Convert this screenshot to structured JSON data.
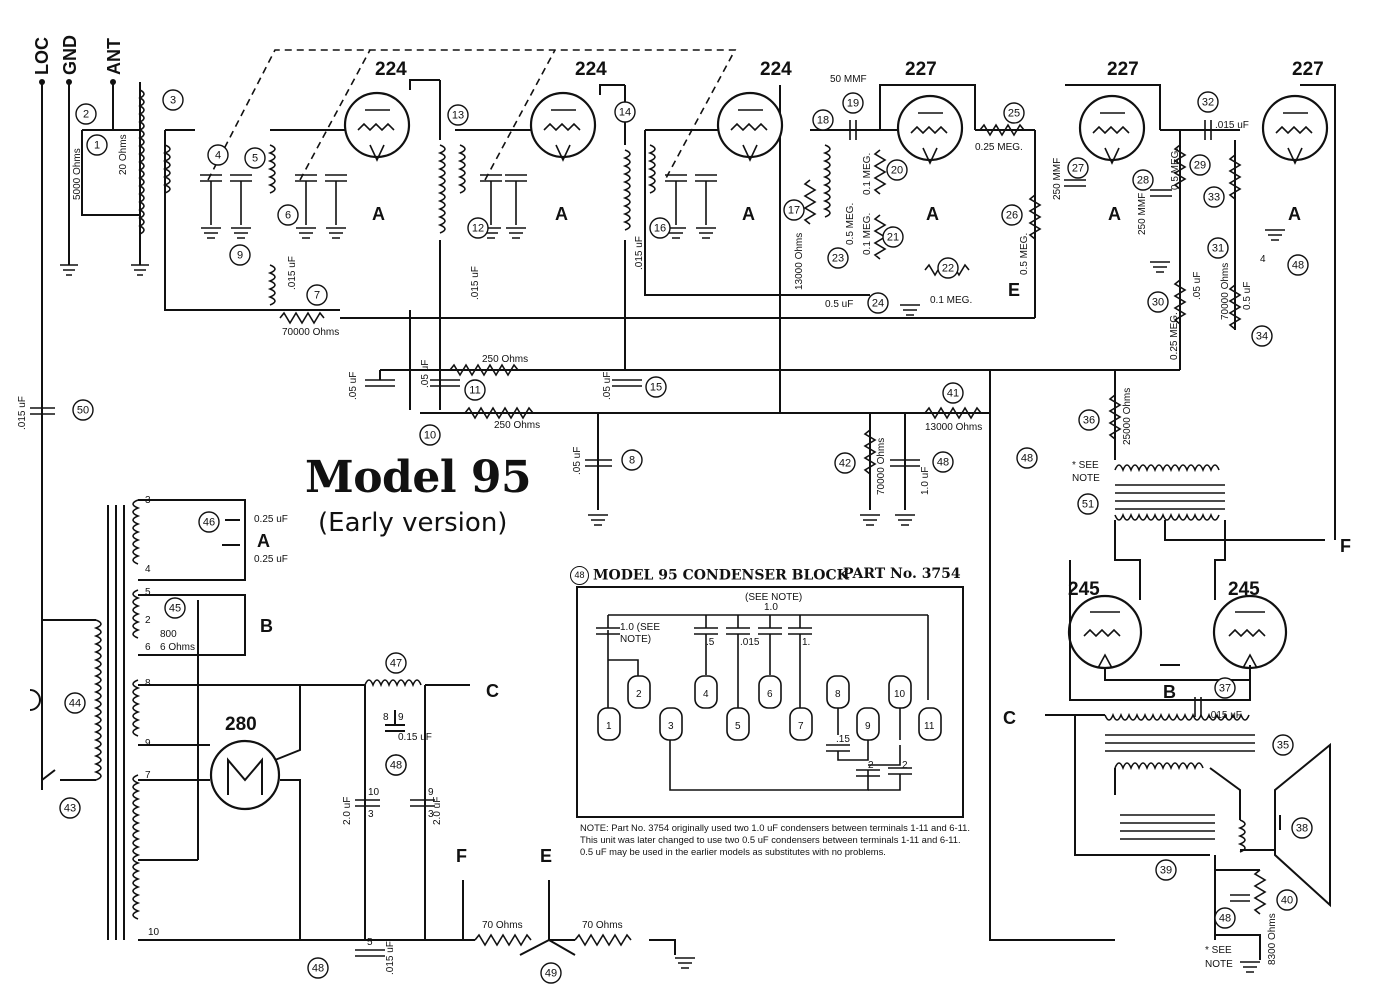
{
  "title": "Model 95",
  "subtitle": "(Early version)",
  "condenser_block": {
    "callout": "48",
    "title": "MODEL 95 CONDENSER BLOCK",
    "part": "PART No. 3754",
    "see_note_label": "(SEE NOTE)",
    "see_note_value": "1.0",
    "cap1_label": "1.0 (SEE",
    "cap1_label2": "NOTE)",
    "cap_values": [
      ".5",
      ".015",
      "1."
    ],
    "cap_lower": [
      ".15",
      "2",
      "2"
    ],
    "terminals": [
      "1",
      "2",
      "3",
      "4",
      "5",
      "6",
      "7",
      "8",
      "9",
      "10",
      "11"
    ],
    "note": "NOTE: Part No. 3754 originally used two 1.0 uF condensers between terminals 1-11 and 6-11. This unit was later changed to use two 0.5 uF condensers between terminals 1-11 and 6-11. 0.5 uF may be used in the earlier models as substitutes with no problems."
  },
  "terminals_top": [
    "LOC",
    "GND",
    "ANT"
  ],
  "tubes": [
    {
      "type": "224"
    },
    {
      "type": "224"
    },
    {
      "type": "224"
    },
    {
      "type": "227"
    },
    {
      "type": "227"
    },
    {
      "type": "227"
    },
    {
      "type": "245"
    },
    {
      "type": "245"
    },
    {
      "type": "280"
    }
  ],
  "connection_letters": [
    "A",
    "B",
    "C",
    "E",
    "F"
  ],
  "component_labels": {
    "r2": "5000 Ohms",
    "r1": "20 Ohms",
    "r7": "70000 Ohms",
    "c6": ".015 uF",
    "c12": ".015 uF",
    "c16": ".015 uF",
    "c19": "50 MMF",
    "r17": "13000 Ohms",
    "r20": "0.1 MEG.",
    "r21": "0.1 MEG.",
    "r23": "0.5 MEG.",
    "r22": "0.1 MEG.",
    "c24": "0.5 uF",
    "r25": "0.25 MEG.",
    "r26": "0.5 MEG.",
    "c27": "250 MMF",
    "c28": "250 MMF",
    "r29": "0.5 MEG.",
    "c32": ".015 uF",
    "c31": ".05 uF",
    "r30": "0.25 MEG.",
    "r34": "70000 Ohms",
    "c48a": "0.5 uF",
    "r11": "250 Ohms",
    "r10": "250 Ohms",
    "c11": ".05 uF",
    "c15": ".05 uF",
    "c10": ".05 uF",
    "c8": ".05 uF",
    "r41": "13000 Ohms",
    "r42": "70000 Ohms",
    "c48b": "1.0 uF",
    "r36": "25000 Ohms",
    "c50": ".015 uF",
    "see_note": "* SEE",
    "note_word": "NOTE",
    "c46a": "0.25 uF",
    "c46b": "0.25 uF",
    "r45a": "800",
    "r45b": "6 Ohms",
    "c48c": "0.15 uF",
    "c10b": "2.0 uF",
    "c9b": "2.0 uF",
    "c5b": ".015 uF",
    "r49a": "70 Ohms",
    "r49b": "70 Ohms",
    "c37": ".015 uF",
    "r40": "8300 Ohms"
  },
  "callouts": [
    "1",
    "2",
    "3",
    "4",
    "5",
    "6",
    "7",
    "8",
    "9",
    "10",
    "11",
    "12",
    "13",
    "14",
    "15",
    "16",
    "17",
    "18",
    "19",
    "20",
    "21",
    "22",
    "23",
    "24",
    "25",
    "26",
    "27",
    "28",
    "29",
    "30",
    "31",
    "32",
    "33",
    "34",
    "35",
    "36",
    "37",
    "38",
    "39",
    "40",
    "41",
    "42",
    "43",
    "44",
    "45",
    "46",
    "47",
    "48",
    "49",
    "50",
    "51"
  ],
  "transformer_pins": [
    "3",
    "4",
    "5",
    "2",
    "6",
    "8",
    "9",
    "7",
    "10"
  ],
  "cap_block_small": [
    "8",
    "9",
    "10",
    "3",
    "9",
    "3",
    "5",
    "4"
  ]
}
